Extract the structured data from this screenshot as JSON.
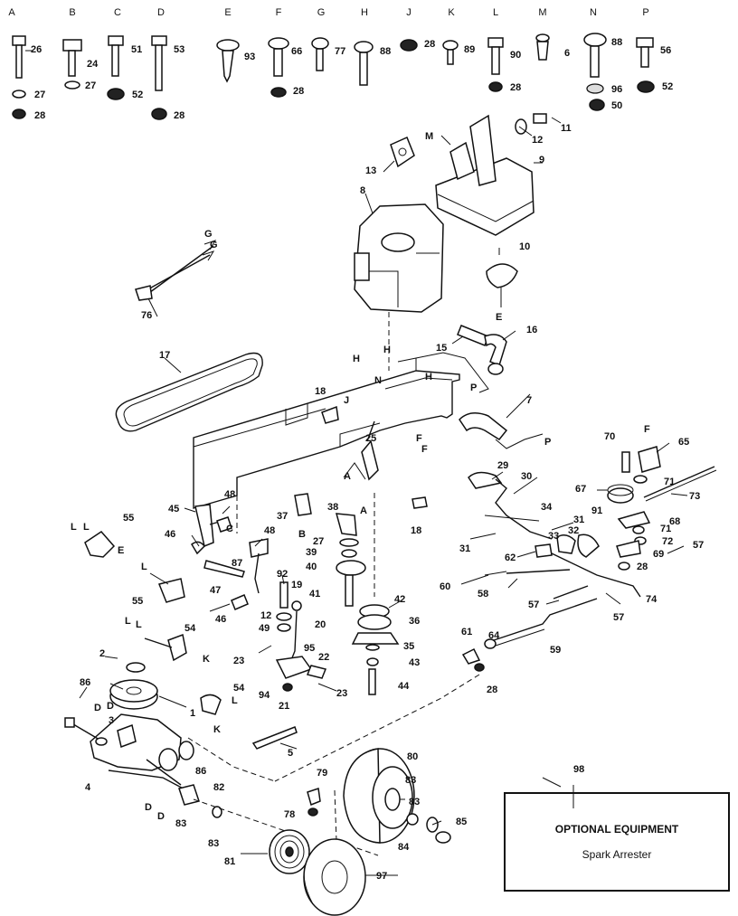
{
  "header_letters": [
    "A",
    "B",
    "C",
    "D",
    "E",
    "F",
    "G",
    "H",
    "J",
    "K",
    "L",
    "M",
    "N",
    "P"
  ],
  "top_callouts": [
    {
      "id": "h-26",
      "text": "26"
    },
    {
      "id": "h-27a",
      "text": "27"
    },
    {
      "id": "h-28a",
      "text": "28"
    },
    {
      "id": "h-24",
      "text": "24"
    },
    {
      "id": "h-27b",
      "text": "27"
    },
    {
      "id": "h-51",
      "text": "51"
    },
    {
      "id": "h-52a",
      "text": "52"
    },
    {
      "id": "h-53",
      "text": "53"
    },
    {
      "id": "h-28b",
      "text": "28"
    },
    {
      "id": "h-93",
      "text": "93"
    },
    {
      "id": "h-66",
      "text": "66"
    },
    {
      "id": "h-28c",
      "text": "28"
    },
    {
      "id": "h-77",
      "text": "77"
    },
    {
      "id": "h-88a",
      "text": "88"
    },
    {
      "id": "h-28d",
      "text": "28"
    },
    {
      "id": "h-89",
      "text": "89"
    },
    {
      "id": "h-90",
      "text": "90"
    },
    {
      "id": "h-28e",
      "text": "28"
    },
    {
      "id": "h-6",
      "text": "6"
    },
    {
      "id": "h-88b",
      "text": "88"
    },
    {
      "id": "h-96",
      "text": "96"
    },
    {
      "id": "h-50",
      "text": "50"
    },
    {
      "id": "h-56",
      "text": "56"
    },
    {
      "id": "h-52b",
      "text": "52"
    }
  ],
  "callouts": [
    {
      "id": "c-11",
      "text": "11"
    },
    {
      "id": "c-12a",
      "text": "12"
    },
    {
      "id": "c-m1",
      "text": "M"
    },
    {
      "id": "c-9",
      "text": "9"
    },
    {
      "id": "c-13",
      "text": "13"
    },
    {
      "id": "c-8",
      "text": "8"
    },
    {
      "id": "c-10",
      "text": "10"
    },
    {
      "id": "c-e1",
      "text": "E"
    },
    {
      "id": "c-g1",
      "text": "G"
    },
    {
      "id": "c-g2",
      "text": "G"
    },
    {
      "id": "c-76",
      "text": "76"
    },
    {
      "id": "c-15",
      "text": "15"
    },
    {
      "id": "c-16",
      "text": "16"
    },
    {
      "id": "c-17",
      "text": "17"
    },
    {
      "id": "c-h1",
      "text": "H"
    },
    {
      "id": "c-h2",
      "text": "H"
    },
    {
      "id": "c-h3",
      "text": "H"
    },
    {
      "id": "c-n1",
      "text": "N"
    },
    {
      "id": "c-p1",
      "text": "P"
    },
    {
      "id": "c-7",
      "text": "7"
    },
    {
      "id": "c-18a",
      "text": "18"
    },
    {
      "id": "c-j1",
      "text": "J"
    },
    {
      "id": "c-f1",
      "text": "F"
    },
    {
      "id": "c-f2",
      "text": "F"
    },
    {
      "id": "c-p2",
      "text": "P"
    },
    {
      "id": "c-25",
      "text": "25"
    },
    {
      "id": "c-a1",
      "text": "A"
    },
    {
      "id": "c-a2",
      "text": "A"
    },
    {
      "id": "c-29",
      "text": "29"
    },
    {
      "id": "c-30",
      "text": "30"
    },
    {
      "id": "c-70",
      "text": "70"
    },
    {
      "id": "c-f3",
      "text": "F"
    },
    {
      "id": "c-65",
      "text": "65"
    },
    {
      "id": "c-71a",
      "text": "71"
    },
    {
      "id": "c-67",
      "text": "67"
    },
    {
      "id": "c-73",
      "text": "73"
    },
    {
      "id": "c-91",
      "text": "91"
    },
    {
      "id": "c-68",
      "text": "68"
    },
    {
      "id": "c-71b",
      "text": "71"
    },
    {
      "id": "c-72",
      "text": "72"
    },
    {
      "id": "c-69",
      "text": "69"
    },
    {
      "id": "c-57a",
      "text": "57"
    },
    {
      "id": "c-28f",
      "text": "28"
    },
    {
      "id": "c-45",
      "text": "45"
    },
    {
      "id": "c-48a",
      "text": "48"
    },
    {
      "id": "c-c1",
      "text": "C"
    },
    {
      "id": "c-37",
      "text": "37"
    },
    {
      "id": "c-b1",
      "text": "B"
    },
    {
      "id": "c-38",
      "text": "38"
    },
    {
      "id": "c-18b",
      "text": "18"
    },
    {
      "id": "c-34",
      "text": "34"
    },
    {
      "id": "c-31a",
      "text": "31"
    },
    {
      "id": "c-31b",
      "text": "31"
    },
    {
      "id": "c-33",
      "text": "33"
    },
    {
      "id": "c-32",
      "text": "32"
    },
    {
      "id": "c-62",
      "text": "62"
    },
    {
      "id": "c-55a",
      "text": "55"
    },
    {
      "id": "c-l1",
      "text": "L"
    },
    {
      "id": "c-l2",
      "text": "L"
    },
    {
      "id": "c-e2",
      "text": "E"
    },
    {
      "id": "c-46a",
      "text": "46"
    },
    {
      "id": "c-48b",
      "text": "48"
    },
    {
      "id": "c-87",
      "text": "87"
    },
    {
      "id": "c-27c",
      "text": "27"
    },
    {
      "id": "c-39",
      "text": "39"
    },
    {
      "id": "c-40",
      "text": "40"
    },
    {
      "id": "c-47",
      "text": "47"
    },
    {
      "id": "c-l3",
      "text": "L"
    },
    {
      "id": "c-55b",
      "text": "55"
    },
    {
      "id": "c-92",
      "text": "92"
    },
    {
      "id": "c-19",
      "text": "19"
    },
    {
      "id": "c-46b",
      "text": "46"
    },
    {
      "id": "c-41",
      "text": "41"
    },
    {
      "id": "c-42",
      "text": "42"
    },
    {
      "id": "c-60",
      "text": "60"
    },
    {
      "id": "c-58",
      "text": "58"
    },
    {
      "id": "c-57b",
      "text": "57"
    },
    {
      "id": "c-74",
      "text": "74"
    },
    {
      "id": "c-57c",
      "text": "57"
    },
    {
      "id": "c-l4",
      "text": "L"
    },
    {
      "id": "c-l5",
      "text": "L"
    },
    {
      "id": "c-54a",
      "text": "54"
    },
    {
      "id": "c-12b",
      "text": "12"
    },
    {
      "id": "c-49",
      "text": "49"
    },
    {
      "id": "c-20",
      "text": "20"
    },
    {
      "id": "c-36",
      "text": "36"
    },
    {
      "id": "c-61",
      "text": "61"
    },
    {
      "id": "c-64",
      "text": "64"
    },
    {
      "id": "c-59",
      "text": "59"
    },
    {
      "id": "c-2",
      "text": "2"
    },
    {
      "id": "c-k1",
      "text": "K"
    },
    {
      "id": "c-23a",
      "text": "23"
    },
    {
      "id": "c-95",
      "text": "95"
    },
    {
      "id": "c-22",
      "text": "22"
    },
    {
      "id": "c-35",
      "text": "35"
    },
    {
      "id": "c-43",
      "text": "43"
    },
    {
      "id": "c-28g",
      "text": "28"
    },
    {
      "id": "c-86a",
      "text": "86"
    },
    {
      "id": "c-d1",
      "text": "D"
    },
    {
      "id": "c-d2",
      "text": "D"
    },
    {
      "id": "c-3",
      "text": "3"
    },
    {
      "id": "c-1",
      "text": "1"
    },
    {
      "id": "c-54b",
      "text": "54"
    },
    {
      "id": "c-l6",
      "text": "L"
    },
    {
      "id": "c-k2",
      "text": "K"
    },
    {
      "id": "c-94",
      "text": "94"
    },
    {
      "id": "c-21",
      "text": "21"
    },
    {
      "id": "c-23b",
      "text": "23"
    },
    {
      "id": "c-44",
      "text": "44"
    },
    {
      "id": "c-5",
      "text": "5"
    },
    {
      "id": "c-4",
      "text": "4"
    },
    {
      "id": "c-86b",
      "text": "86"
    },
    {
      "id": "c-82",
      "text": "82"
    },
    {
      "id": "c-d3",
      "text": "D"
    },
    {
      "id": "c-d4",
      "text": "D"
    },
    {
      "id": "c-83a",
      "text": "83"
    },
    {
      "id": "c-83b",
      "text": "83"
    },
    {
      "id": "c-79",
      "text": "79"
    },
    {
      "id": "c-78",
      "text": "78"
    },
    {
      "id": "c-80",
      "text": "80"
    },
    {
      "id": "c-83c",
      "text": "83"
    },
    {
      "id": "c-83d",
      "text": "83"
    },
    {
      "id": "c-84",
      "text": "84"
    },
    {
      "id": "c-85",
      "text": "85"
    },
    {
      "id": "c-81",
      "text": "81"
    },
    {
      "id": "c-97",
      "text": "97"
    },
    {
      "id": "c-98",
      "text": "98"
    }
  ],
  "optional_box": {
    "title": "OPTIONAL EQUIPMENT",
    "item": "Spark Arrester"
  }
}
